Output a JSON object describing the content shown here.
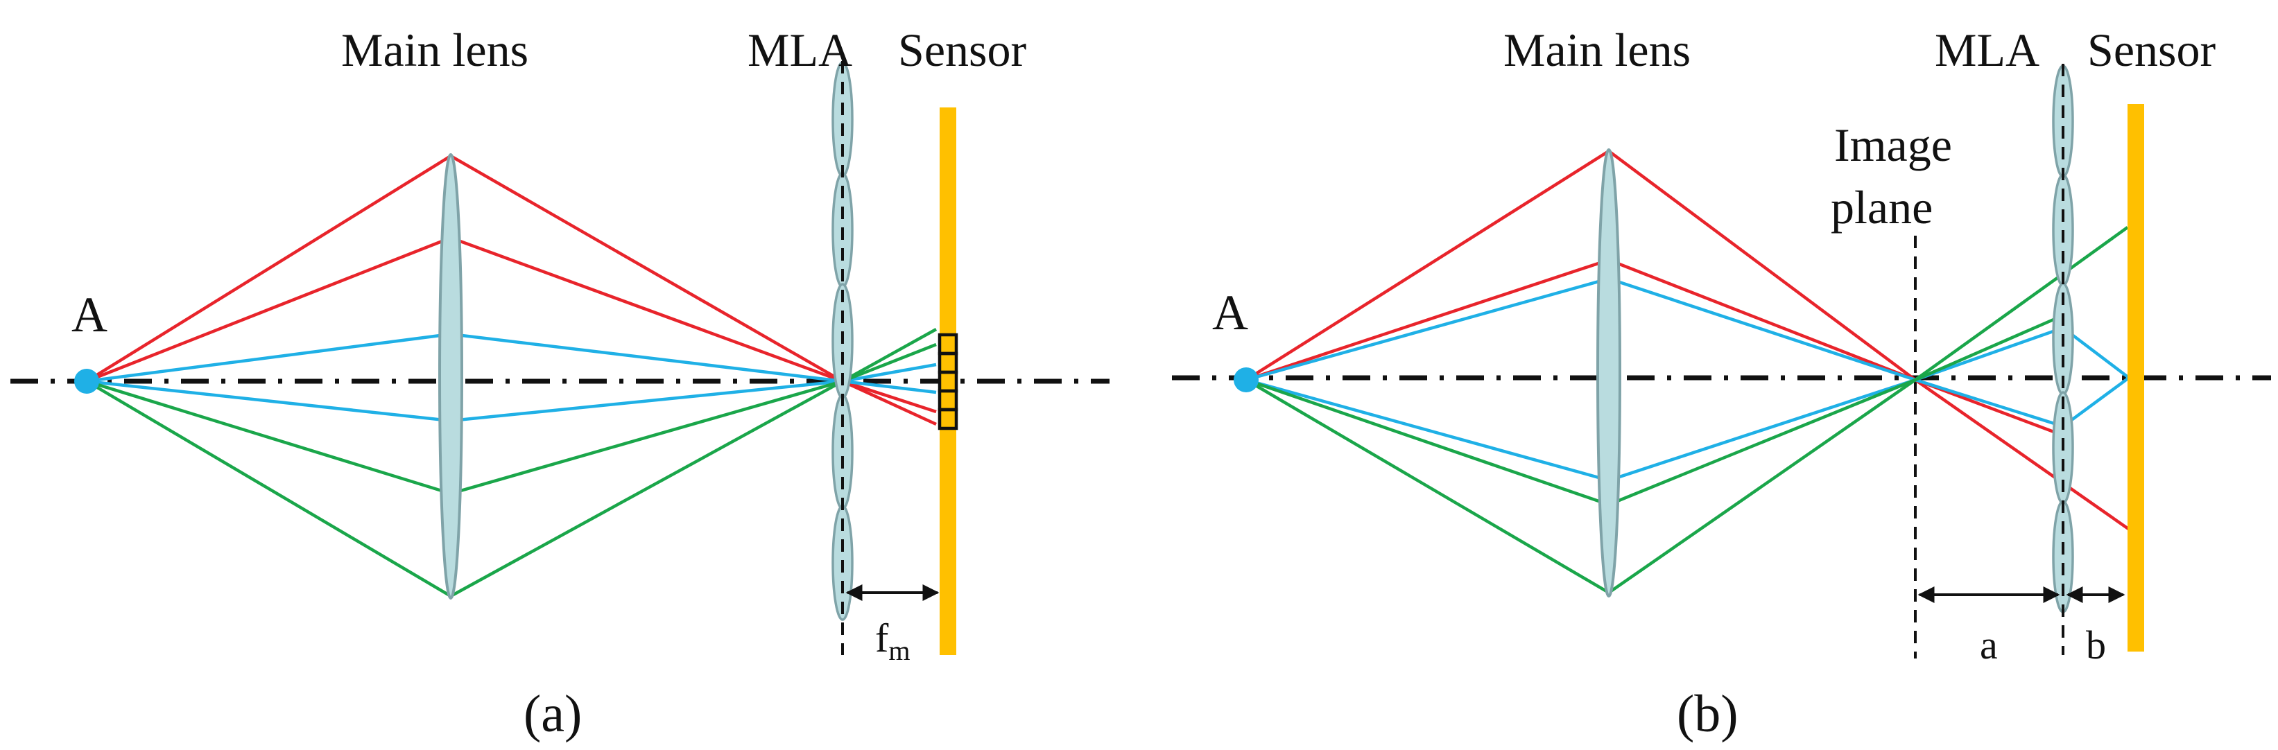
{
  "colors": {
    "ray_red": "#e8242b",
    "ray_green": "#1aa64a",
    "ray_blue": "#1fb0e6",
    "sensor": "#ffc000",
    "lens_fill": "#b9dcdf",
    "lens_stroke": "#7fa3a8",
    "point": "#1fb0e6"
  },
  "panel_a": {
    "caption": "(a)",
    "point_label": "A",
    "main_lens_label": "Main lens",
    "mla_label": "MLA",
    "sensor_label": "Sensor",
    "dimension_label": "f",
    "dimension_subscript": "m"
  },
  "panel_b": {
    "caption": "(b)",
    "point_label": "A",
    "main_lens_label": "Main lens",
    "mla_label": "MLA",
    "sensor_label": "Sensor",
    "image_plane_label_line1": "Image",
    "image_plane_label_line2": "plane",
    "dimension_a_label": "a",
    "dimension_b_label": "b"
  }
}
